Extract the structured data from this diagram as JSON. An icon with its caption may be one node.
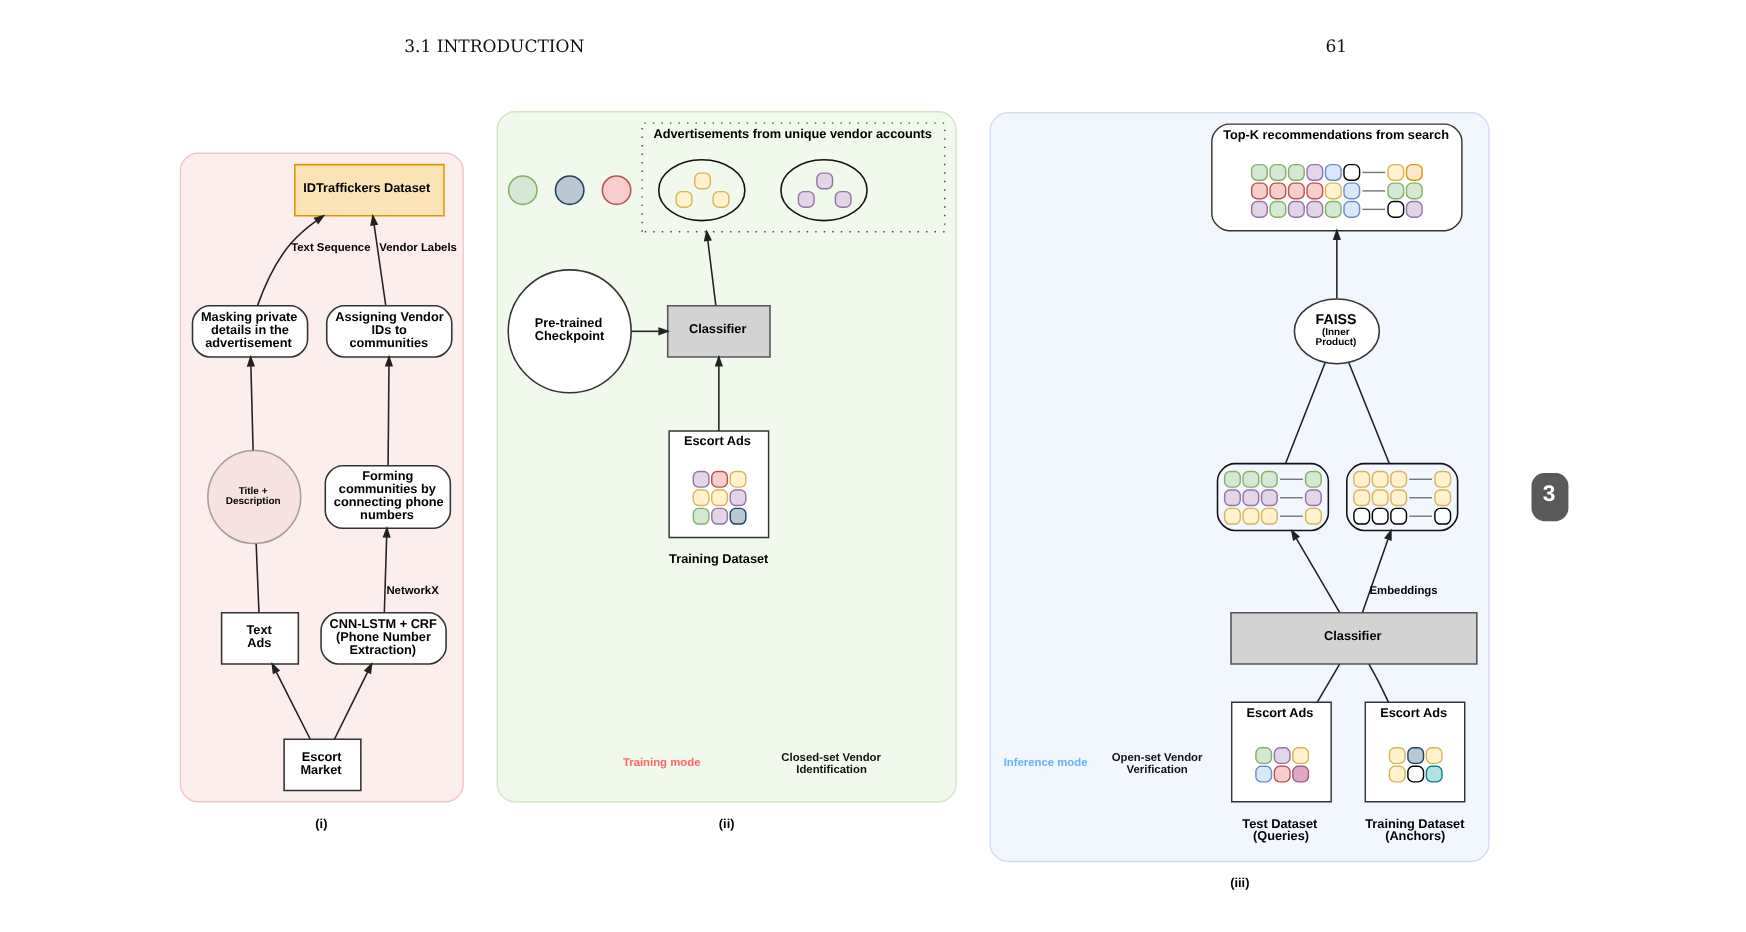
{
  "diagram": {
    "nodes": [
      {
        "text": [],
        "shape": "box",
        "beside": [
          "(i)"
        ]
      },
      {
        "text": [
          "IDTraffickers Dataset"
        ],
        "in": 0
      },
      {
        "text": [
          "Masking private details in the advertisement"
        ],
        "in": 0
      },
      {
        "text": [
          "Assigning Vendor IDs to communities"
        ],
        "in": 0
      },
      {
        "text": [
          "Forming communities by connecting phone numbers"
        ],
        "in": 0
      },
      {
        "text": [
          "CNN-LSTM + CRF (Phone Number Extraction)"
        ],
        "in": 0
      },
      {
        "text": [
          "Title + Description"
        ],
        "in": 0
      },
      {
        "text": [
          "Text Ads"
        ],
        "in": 0
      },
      {
        "text": [
          "Escort Market"
        ],
        "in": 0
      },
      {
        "text": [],
        "shape": "box",
        "beside": [
          "(ii)"
        ]
      },
      {
        "text": [
          "Advertisements from unique vendor accounts"
        ],
        "in": 9
      },
      {
        "text": [],
        "shape": "picture",
        "in": 10
      },
      {
        "text": [],
        "shape": "picture",
        "in": 10
      },
      {
        "text": [],
        "shape": "circle",
        "in": 9
      },
      {
        "text": [],
        "shape": "circle",
        "in": 9
      },
      {
        "text": [],
        "shape": "circle",
        "in": 9
      },
      {
        "text": [
          "Pre-trained Checkpoint"
        ],
        "in": 9
      },
      {
        "text": [
          "Classifier"
        ],
        "in": 9
      },
      {
        "text": [
          "Escort Ads"
        ],
        "beside": [
          "Training Dataset"
        ],
        "in": 9
      },
      {
        "text": [],
        "shape": "picture",
        "in": 18
      },
      {
        "text": [],
        "shape": "box",
        "beside": [
          "(iii)"
        ]
      },
      {
        "text": [
          "Top-K recommendations from search"
        ],
        "in": 20
      },
      {
        "text": [],
        "shape": "picture",
        "in": 21
      },
      {
        "text": [
          "FAISS",
          "(Inner Product)"
        ],
        "in": 20
      },
      {
        "text": [],
        "shape": "picture",
        "in": 20
      },
      {
        "text": [],
        "shape": "picture",
        "in": 20
      },
      {
        "text": [
          "Classifier"
        ],
        "in": 20
      },
      {
        "text": [
          "Escort Ads"
        ],
        "beside": [
          "Test Dataset (Queries)"
        ],
        "in": 20
      },
      {
        "text": [],
        "shape": "picture",
        "in": 27
      },
      {
        "text": [
          "Escort Ads"
        ],
        "beside": [
          "Training Dataset (Anchors)"
        ],
        "in": 20
      },
      {
        "text": [],
        "shape": "picture",
        "in": 29
      }
    ],
    "edges": [
      {
        "from": 8,
        "to": 7,
        "arrow": "to"
      },
      {
        "from": 7,
        "to": 6,
        "arrow": "none"
      },
      {
        "from": 6,
        "to": 2,
        "arrow": "to"
      },
      {
        "from": 8,
        "to": 5,
        "arrow": "to"
      },
      {
        "from": 5,
        "to": 4,
        "arrow": "to",
        "label": "NetworkX"
      },
      {
        "from": 4,
        "to": 3,
        "arrow": "to"
      },
      {
        "from": 2,
        "to": 1,
        "arrow": "to",
        "label": "Text Sequence"
      },
      {
        "from": 3,
        "to": 1,
        "arrow": "to",
        "label": "Vendor Labels"
      },
      {
        "from": 16,
        "to": 17,
        "arrow": "to"
      },
      {
        "from": 18,
        "to": 17,
        "arrow": "to"
      },
      {
        "from": 17,
        "to": 10,
        "arrow": "to"
      },
      {
        "from": 27,
        "to": 26,
        "arrow": "none"
      },
      {
        "from": 29,
        "to": 26,
        "arrow": "none"
      },
      {
        "from": 26,
        "to": 24,
        "arrow": "to"
      },
      {
        "from": 26,
        "to": 25,
        "arrow": "to",
        "label": "Embeddings"
      },
      {
        "from": 24,
        "to": 23,
        "arrow": "none"
      },
      {
        "from": 25,
        "to": 23,
        "arrow": "none"
      },
      {
        "from": 23,
        "to": 21,
        "arrow": "to"
      }
    ],
    "labels": [
      "3.1 INTRODUCTION",
      "61",
      "Closed-set Vendor Identification",
      "Training mode",
      "Open-set Vendor Verification",
      "Inference mode",
      "3"
    ]
  }
}
